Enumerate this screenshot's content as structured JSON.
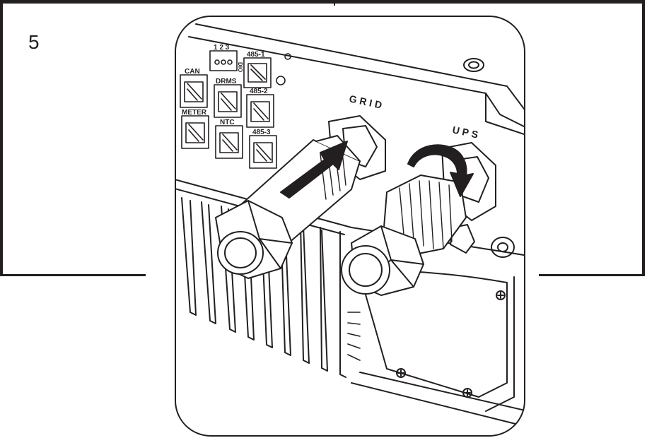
{
  "step": {
    "number": "5"
  },
  "illustration": {
    "port_labels": {
      "pin_numbers": "1 2 3",
      "dio": "DIO",
      "rs485_1": "485-1",
      "can": "CAN",
      "drms": "DRMS",
      "rs485_2": "485-2",
      "meter": "METER",
      "ntc": "NTC",
      "rs485_3": "485-3"
    },
    "connector_labels": {
      "grid": "GRID",
      "ups": "UPS"
    },
    "colors": {
      "line": "#231f20",
      "background": "#ffffff"
    }
  }
}
